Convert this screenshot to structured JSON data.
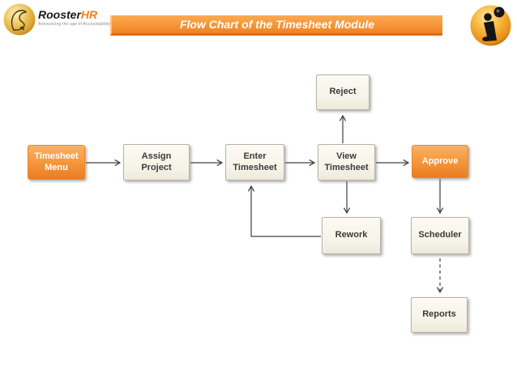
{
  "header": {
    "brand": {
      "name_primary": "Rooster",
      "name_accent": "HR",
      "tagline": "Announcing the age of Accountability"
    },
    "banner_title": "Flow Chart of the Timesheet Module"
  },
  "flowchart": {
    "nodes": [
      {
        "label": "Timesheet Menu",
        "type": "accent"
      },
      {
        "label": "Assign Project",
        "type": "plain"
      },
      {
        "label": "Enter Timesheet",
        "type": "plain"
      },
      {
        "label": "View Timesheet",
        "type": "plain"
      },
      {
        "label": "Reject",
        "type": "plain"
      },
      {
        "label": "Approve",
        "type": "accent"
      },
      {
        "label": "Rework",
        "type": "plain"
      },
      {
        "label": "Scheduler",
        "type": "plain"
      },
      {
        "label": "Reports",
        "type": "plain"
      }
    ],
    "edges": [
      {
        "from": "Timesheet Menu",
        "to": "Assign Project",
        "style": "solid"
      },
      {
        "from": "Assign Project",
        "to": "Enter Timesheet",
        "style": "solid"
      },
      {
        "from": "Enter Timesheet",
        "to": "View Timesheet",
        "style": "solid"
      },
      {
        "from": "View Timesheet",
        "to": "Reject",
        "style": "solid"
      },
      {
        "from": "View Timesheet",
        "to": "Approve",
        "style": "solid"
      },
      {
        "from": "View Timesheet",
        "to": "Rework",
        "style": "solid"
      },
      {
        "from": "Approve",
        "to": "Scheduler",
        "style": "solid"
      },
      {
        "from": "Rework",
        "to": "Enter Timesheet",
        "style": "solid"
      },
      {
        "from": "Scheduler",
        "to": "Reports",
        "style": "dashed"
      }
    ]
  },
  "colors": {
    "accent_orange": "#f08223",
    "accent_orange_light": "#fbb163",
    "banner_border": "#d96d12",
    "box_fill": "#f6f3e8",
    "box_border": "#b7b3a6",
    "connector_line": "#404040"
  }
}
